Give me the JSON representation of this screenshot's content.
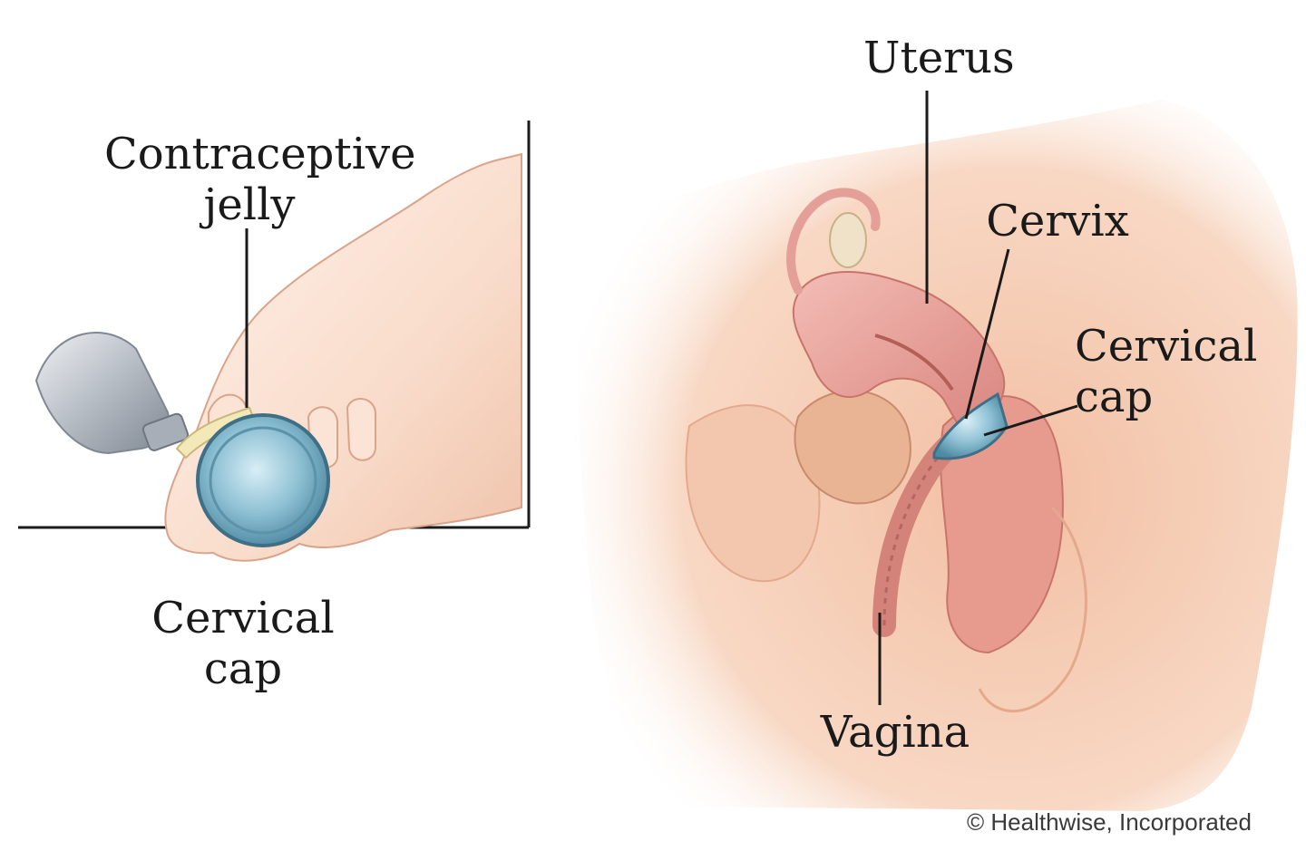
{
  "labels": {
    "contraceptive_jelly": [
      "Contraceptive",
      "jelly"
    ],
    "cervical_cap_left": [
      "Cervical",
      "cap"
    ],
    "uterus": "Uterus",
    "cervix": "Cervix",
    "cervical_cap_right": [
      "Cervical",
      "cap"
    ],
    "vagina": "Vagina"
  },
  "credit": "© Healthwise, Incorporated",
  "colors": {
    "skin": "#f6cfb6",
    "skin_shadow": "#e8b396",
    "uterus": "#e9a5a0",
    "muscle": "#d98a84",
    "cap": "#7fb3c9",
    "tube": "#9aa3ad",
    "jelly": "#f3e9b8",
    "leader": "#1a1a1a"
  }
}
